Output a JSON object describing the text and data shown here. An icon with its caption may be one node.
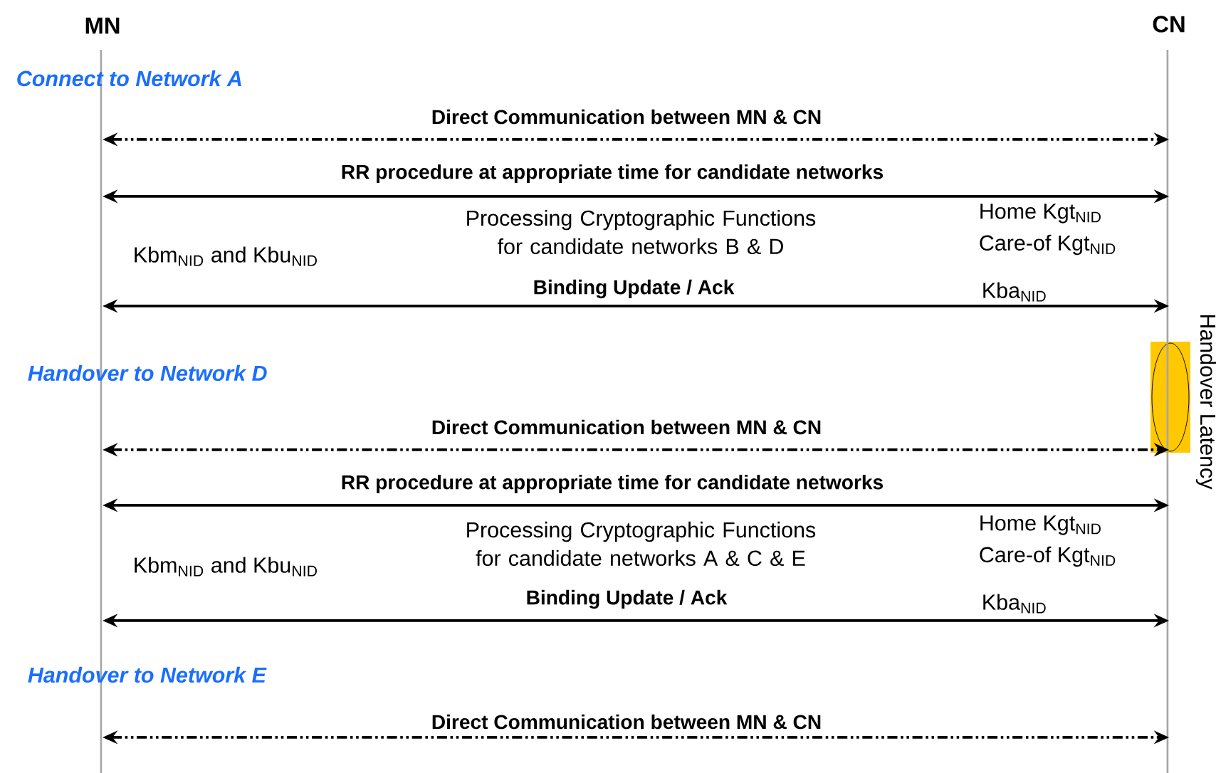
{
  "diagram": {
    "nodes": [
      {
        "text": [
          "MN"
        ]
      },
      {
        "text": [
          "CN"
        ]
      }
    ],
    "edges": [
      {
        "from": 0,
        "to": 1,
        "arrow": "both",
        "style": "dashed",
        "label": "Direct Communication between MN & CN"
      },
      {
        "from": 0,
        "to": 1,
        "arrow": "both",
        "label": "RR procedure at appropriate time for candidate networks"
      },
      {
        "from": 0,
        "to": 1,
        "arrow": "both",
        "label": "Binding Update / Ack"
      },
      {
        "from": 0,
        "to": 1,
        "arrow": "both",
        "style": "dashed",
        "label": "Direct Communication between MN & CN"
      },
      {
        "from": 0,
        "to": 1,
        "arrow": "both",
        "label": "RR procedure at appropriate time for candidate networks"
      },
      {
        "from": 0,
        "to": 1,
        "arrow": "both",
        "label": "Binding Update / Ack"
      },
      {
        "from": 0,
        "to": 1,
        "arrow": "both",
        "style": "dashed",
        "label": "Direct Communication between MN & CN"
      }
    ],
    "labels": [
      "Connect to Network A",
      "Processing Cryptographic Functions for candidate networks B & D",
      "Kbm$_{NID}$ and Kbu$_{NID}$",
      "Home Kgt$_{NID}$",
      "Care-of Kgt$_{NID}$",
      "Kba$_{NID}$",
      "Handover to Network D",
      "Handover Latency",
      "Processing Cryptographic Functions for candidate networks A & C & E",
      "Kbm$_{NID}$ and Kbu$_{NID}$",
      "Home Kgt$_{NID}$",
      "Care-of Kgt$_{NID}$",
      "Kba$_{NID}$",
      "Handover to Network E"
    ]
  }
}
